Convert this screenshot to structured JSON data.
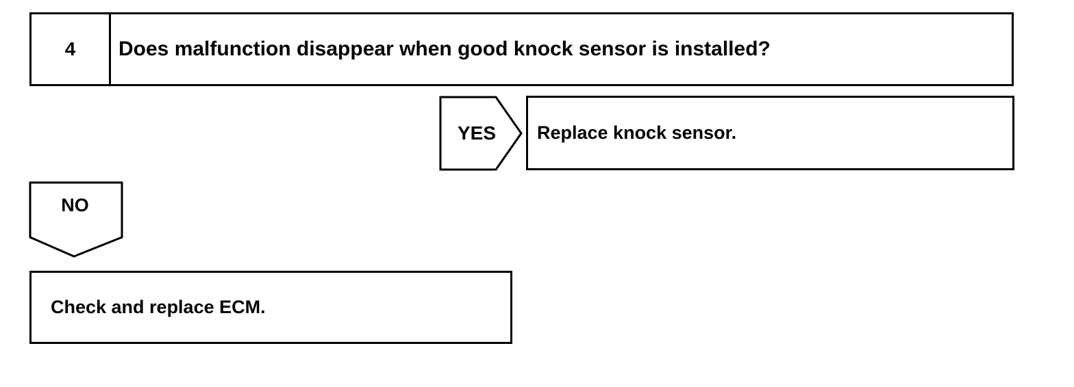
{
  "step": {
    "number": "4",
    "question": "Does malfunction disappear when good knock sensor is installed?"
  },
  "yes_branch": {
    "label": "YES",
    "result": "Replace knock sensor."
  },
  "no_branch": {
    "label": "NO",
    "result": "Check and replace ECM."
  }
}
